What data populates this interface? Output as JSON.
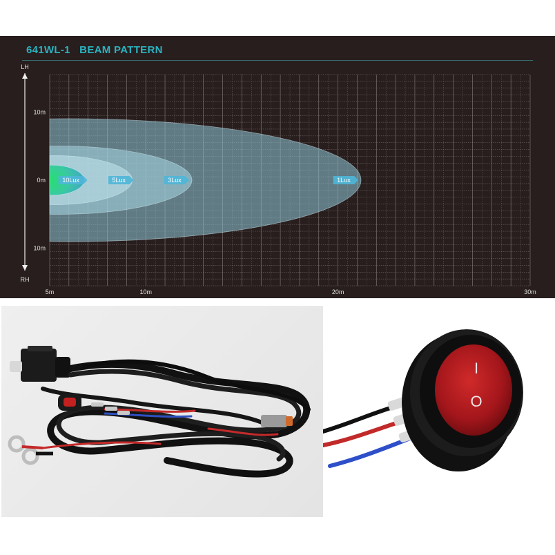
{
  "beam_title": "641WL-1   BEAM PATTERN",
  "colors": {
    "panel_bg": "#281e1e",
    "title": "#2ab3c0",
    "grid": "#8a7e7e",
    "beam_1lux": "#8fc8d6",
    "beam_3lux": "#a5d6e3",
    "beam_5lux": "#c2e6ef",
    "beam_10lux": "#3cc8a8",
    "hot_spot": "#2fd86a",
    "switch_red": "#a3161b"
  },
  "chart_data": {
    "type": "area",
    "title": "641WL-1   BEAM PATTERN",
    "xlabel": "",
    "ylabel": "",
    "x_ticks": [
      {
        "value": 5,
        "label": "5m"
      },
      {
        "value": 10,
        "label": "10m"
      },
      {
        "value": 20,
        "label": "20m"
      },
      {
        "value": 30,
        "label": "30m"
      }
    ],
    "y_ticks": [
      {
        "value": 10,
        "label": "10m"
      },
      {
        "value": 0,
        "label": "0m"
      },
      {
        "value": -10,
        "label": "10m"
      }
    ],
    "xlim": [
      5,
      30
    ],
    "ylim": [
      -15.5,
      15.5
    ],
    "y_end_labels": {
      "top": "LH",
      "bottom": "RH"
    },
    "grid": true,
    "series": [
      {
        "name": "1Lux",
        "reach": 21.2,
        "half_width": 9.0,
        "label_x": 20.3
      },
      {
        "name": "3Lux",
        "reach": 12.4,
        "half_width": 5.0,
        "label_x": 11.5
      },
      {
        "name": "5Lux",
        "reach": 9.3,
        "half_width": 3.6,
        "label_x": 8.6
      },
      {
        "name": "10Lux",
        "reach": 6.8,
        "half_width": 2.2,
        "label_x": 6.1
      }
    ]
  },
  "harness_photo": {
    "alt": "Wiring harness with relay and switch"
  },
  "switch_photo": {
    "on_symbol": "I",
    "off_symbol": "O"
  }
}
